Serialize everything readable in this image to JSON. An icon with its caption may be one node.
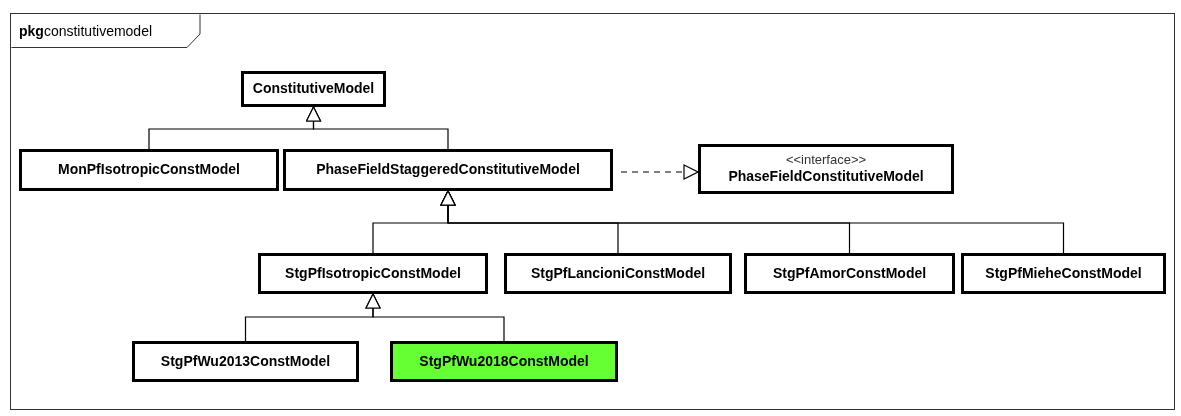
{
  "diagram": {
    "nodes": [
      {
        "text": [
          "**pkg**constitutivemodel"
        ]
      },
      {
        "text": [
          "ConstitutiveModel"
        ],
        "in": 0
      },
      {
        "text": [
          "MonPfIsotropicConstModel"
        ],
        "in": 0
      },
      {
        "text": [
          "PhaseFieldStaggeredConstitutiveModel"
        ],
        "in": 0
      },
      {
        "text": [
          "<<interface>>",
          "PhaseFieldConstitutiveModel"
        ],
        "in": 0
      },
      {
        "text": [
          "StgPfIsotropicConstModel"
        ],
        "in": 0
      },
      {
        "text": [
          "StgPfLancioniConstModel"
        ],
        "in": 0
      },
      {
        "text": [
          "StgPfAmorConstModel"
        ],
        "in": 0
      },
      {
        "text": [
          "StgPfMieheConstModel"
        ],
        "in": 0
      },
      {
        "text": [
          "StgPfWu2013ConstModel"
        ],
        "in": 0
      },
      {
        "text": [
          "StgPfWu2018ConstModel"
        ],
        "in": 0
      }
    ],
    "edges": [
      {
        "from": 2,
        "to": 1,
        "arrow": "to"
      },
      {
        "from": 3,
        "to": 1,
        "arrow": "to"
      },
      {
        "from": 3,
        "to": 4,
        "arrow": "to",
        "style": "dashed"
      },
      {
        "from": 5,
        "to": 3,
        "arrow": "to"
      },
      {
        "from": 6,
        "to": 3,
        "arrow": "to"
      },
      {
        "from": 7,
        "to": 3,
        "arrow": "to"
      },
      {
        "from": 8,
        "to": 3,
        "arrow": "to"
      },
      {
        "from": 9,
        "to": 5,
        "arrow": "to"
      },
      {
        "from": 10,
        "to": 5,
        "arrow": "to"
      }
    ]
  }
}
